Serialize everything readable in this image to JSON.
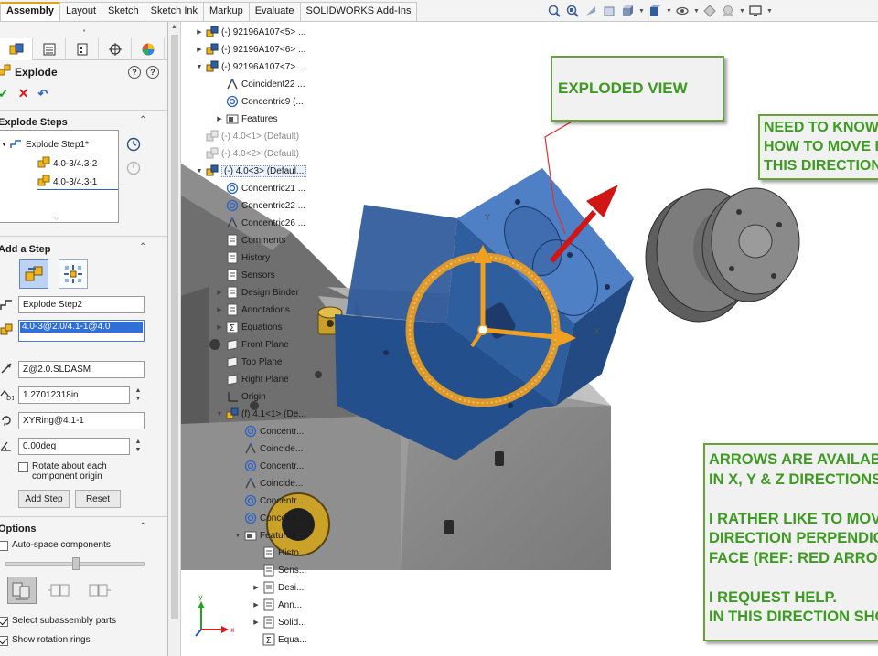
{
  "tabs": [
    "Assembly",
    "Layout",
    "Sketch",
    "Sketch Ink",
    "Markup",
    "Evaluate",
    "SOLIDWORKS Add-Ins"
  ],
  "pm": {
    "title": "Explode",
    "explode_steps": {
      "header": "Explode Steps",
      "step": "Explode Step1*",
      "children": [
        "4.0-3/4.3-2",
        "4.0-3/4.3-1"
      ]
    },
    "add_step": {
      "header": "Add a Step",
      "name": "Explode Step2",
      "components": "4.0-3@2.0/4.1-1@4.0",
      "reference": "Z@2.0.SLDASM",
      "distance": "1.27012318in",
      "rotation_axis": "XYRing@4.1-1",
      "angle": "0.00deg",
      "rotate_about_origin": "Rotate about each component origin",
      "add_button": "Add Step",
      "reset_button": "Reset"
    },
    "options": {
      "header": "Options",
      "auto_space": "Auto-space components",
      "select_subassembly": "Select subassembly parts",
      "show_rotation_rings": "Show rotation rings"
    }
  },
  "tree": [
    {
      "label": "(-) 92196A107<5> ...",
      "exp": "▶"
    },
    {
      "label": "(-) 92196A107<6> ...",
      "exp": "▶"
    },
    {
      "label": "(-) 92196A107<7> ...",
      "exp": "▼"
    },
    {
      "label": "Coincident22 ..."
    },
    {
      "label": "Concentric9 (..."
    },
    {
      "label": "Features",
      "exp": "▶"
    },
    {
      "label": "(-) 4.0<1> (Default)"
    },
    {
      "label": "(-) 4.0<2> (Default)"
    },
    {
      "label": "(-) 4.0<3> (Defaul...",
      "exp": "▼"
    },
    {
      "label": "Concentric21 ..."
    },
    {
      "label": "Concentric22 ..."
    },
    {
      "label": "Concentric26 ..."
    },
    {
      "label": "Comments"
    },
    {
      "label": "History"
    },
    {
      "label": "Sensors"
    },
    {
      "label": "Design Binder",
      "exp": "▶"
    },
    {
      "label": "Annotations",
      "exp": "▶"
    },
    {
      "label": "Equations",
      "exp": "▶"
    },
    {
      "label": "Front Plane"
    },
    {
      "label": "Top Plane"
    },
    {
      "label": "Right Plane"
    },
    {
      "label": "Origin"
    },
    {
      "label": "(f) 4.1<1> (De...",
      "exp": "▼"
    },
    {
      "label": "Concentr..."
    },
    {
      "label": "Coincide..."
    },
    {
      "label": "Concentr..."
    },
    {
      "label": "Coincide..."
    },
    {
      "label": "Concentr..."
    },
    {
      "label": "Concentr..."
    },
    {
      "label": "Features",
      "exp": "▼"
    },
    {
      "label": "Histo..."
    },
    {
      "label": "Sens..."
    },
    {
      "label": "Desi...",
      "exp": "▶"
    },
    {
      "label": "Ann...",
      "exp": "▶"
    },
    {
      "label": "Solid...",
      "exp": "▶"
    },
    {
      "label": "Equa..."
    }
  ],
  "axis_labels": {
    "x": "X",
    "y": "Y"
  },
  "triad_labels": {
    "x": "x",
    "y": "y"
  },
  "callouts": {
    "exploded_view": "EXPLODED VIEW",
    "need_to_know": "NEED TO KNOW\nHOW TO MOVE IN\nTHIS DIRECTION",
    "explanation": "ARROWS ARE AVAILABLE TO MOVE\nIN X, Y & Z DIRECTIONS.\n\nI RATHER LIKE TO MOVE IN THE\nDIRECTION PERPENDICULAT TO THE\nFACE (REF: RED ARROW)\n\nI REQUEST HELP.\nIN THIS DIRECTION SHOWN"
  },
  "colors": {
    "accent_tab": "#e0a21a",
    "callout_text": "#3e9b22",
    "part_blue": "#2f5e9e",
    "manipulator": "#f0a020",
    "red_arrow": "#d11616"
  }
}
